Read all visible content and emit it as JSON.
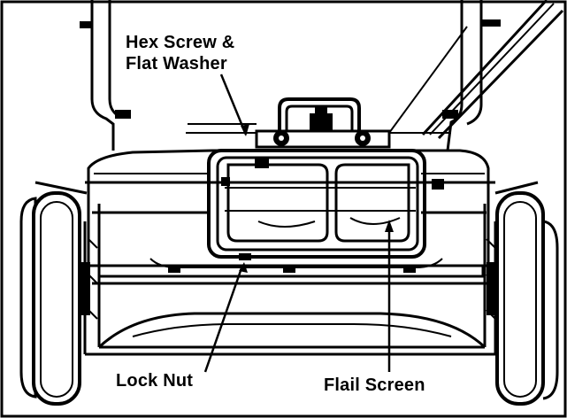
{
  "callouts": {
    "hex_screw_line1": "Hex Screw &",
    "hex_screw_line2": "Flat Washer",
    "lock_nut": "Lock Nut",
    "flail_screen": "Flail Screen"
  }
}
